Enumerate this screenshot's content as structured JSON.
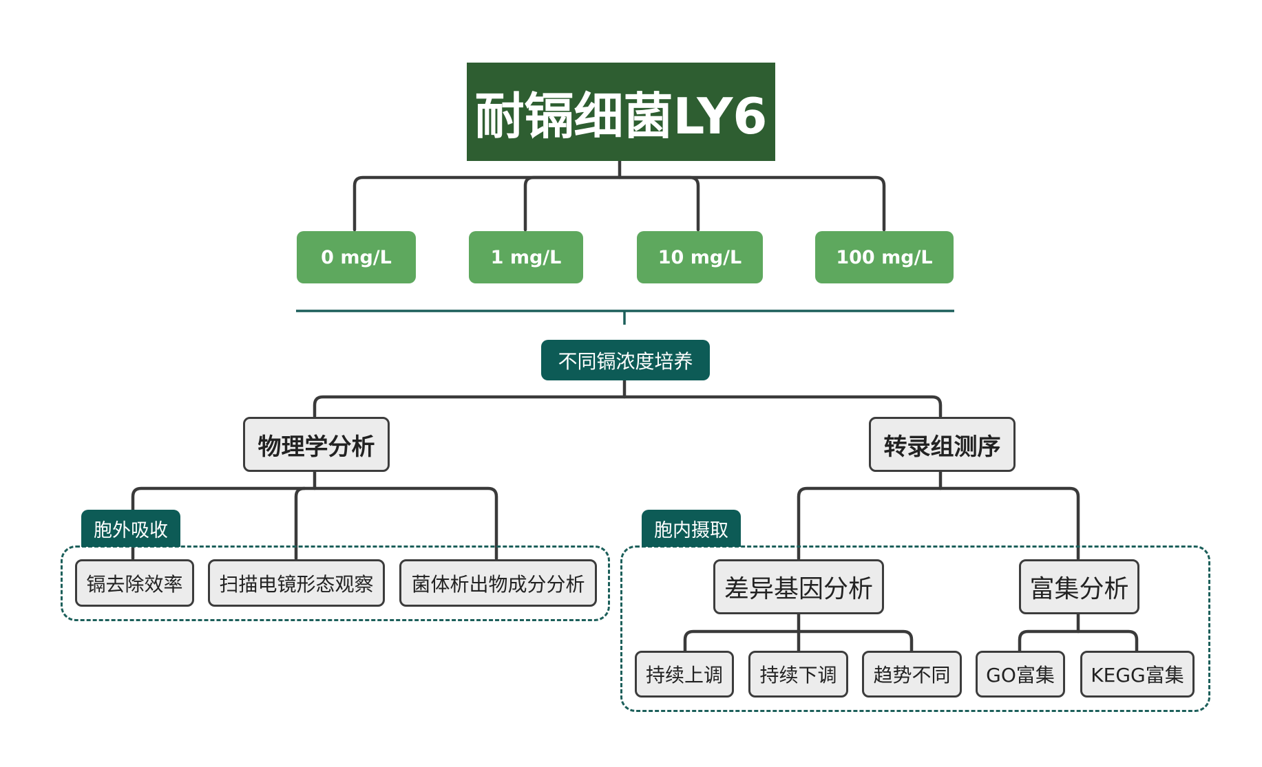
{
  "title": "耐镉细菌LY6",
  "concentrations": [
    "0 mg/L",
    "1 mg/L",
    "10 mg/L",
    "100 mg/L"
  ],
  "culture": "不同镉浓度培养",
  "branches": {
    "physical": {
      "label": "物理学分析",
      "tag": "胞外吸收",
      "children": [
        "镉去除效率",
        "扫描电镜形态观察",
        "菌体析出物成分分析"
      ]
    },
    "transcriptome": {
      "label": "转录组测序",
      "tag": "胞内摄取",
      "deg": {
        "label": "差异基因分析",
        "children": [
          "持续上调",
          "持续下调",
          "趋势不同"
        ]
      },
      "enrichment": {
        "label": "富集分析",
        "children": [
          "GO富集",
          "KEGG富集"
        ]
      }
    }
  },
  "colors": {
    "title_bg": "#2e5e31",
    "concentration_bg": "#5ea85e",
    "teal": "#0d5b56",
    "node_fill": "#ececec",
    "node_border": "#3c3c3c",
    "connector": "#3a3a3a",
    "dashed_border": "#1c5f5a"
  }
}
